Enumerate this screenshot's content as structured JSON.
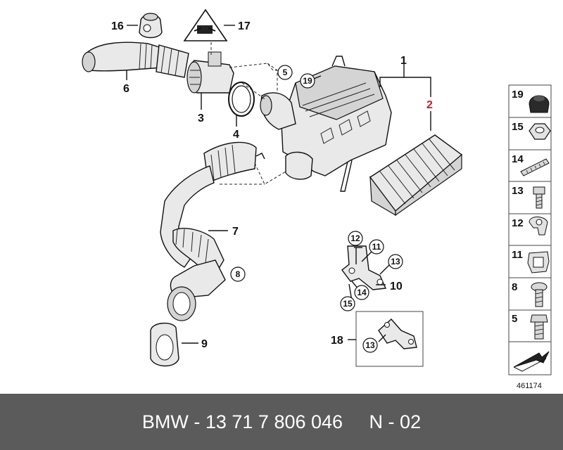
{
  "callouts": {
    "c1": "1",
    "c2": "2",
    "c3": "3",
    "c4": "4",
    "c5": "5",
    "c6": "6",
    "c7": "7",
    "c8": "8",
    "c9": "9",
    "c10": "10",
    "c11": "11",
    "c12": "12",
    "c13": "13",
    "c14": "14",
    "c15": "15",
    "c16": "16",
    "c17": "17",
    "c18": "18",
    "c19": "19",
    "c13b": "13"
  },
  "legend": [
    "19",
    "15",
    "14",
    "13",
    "12",
    "11",
    "8",
    "5"
  ],
  "reference_number": "461174",
  "footer": {
    "text": "BMW - 13 71 7 806 046     N - 02"
  },
  "colors": {
    "highlight": "#d01c24",
    "footer_bg": "#5b5b5b",
    "footer_text": "#ffffff"
  }
}
